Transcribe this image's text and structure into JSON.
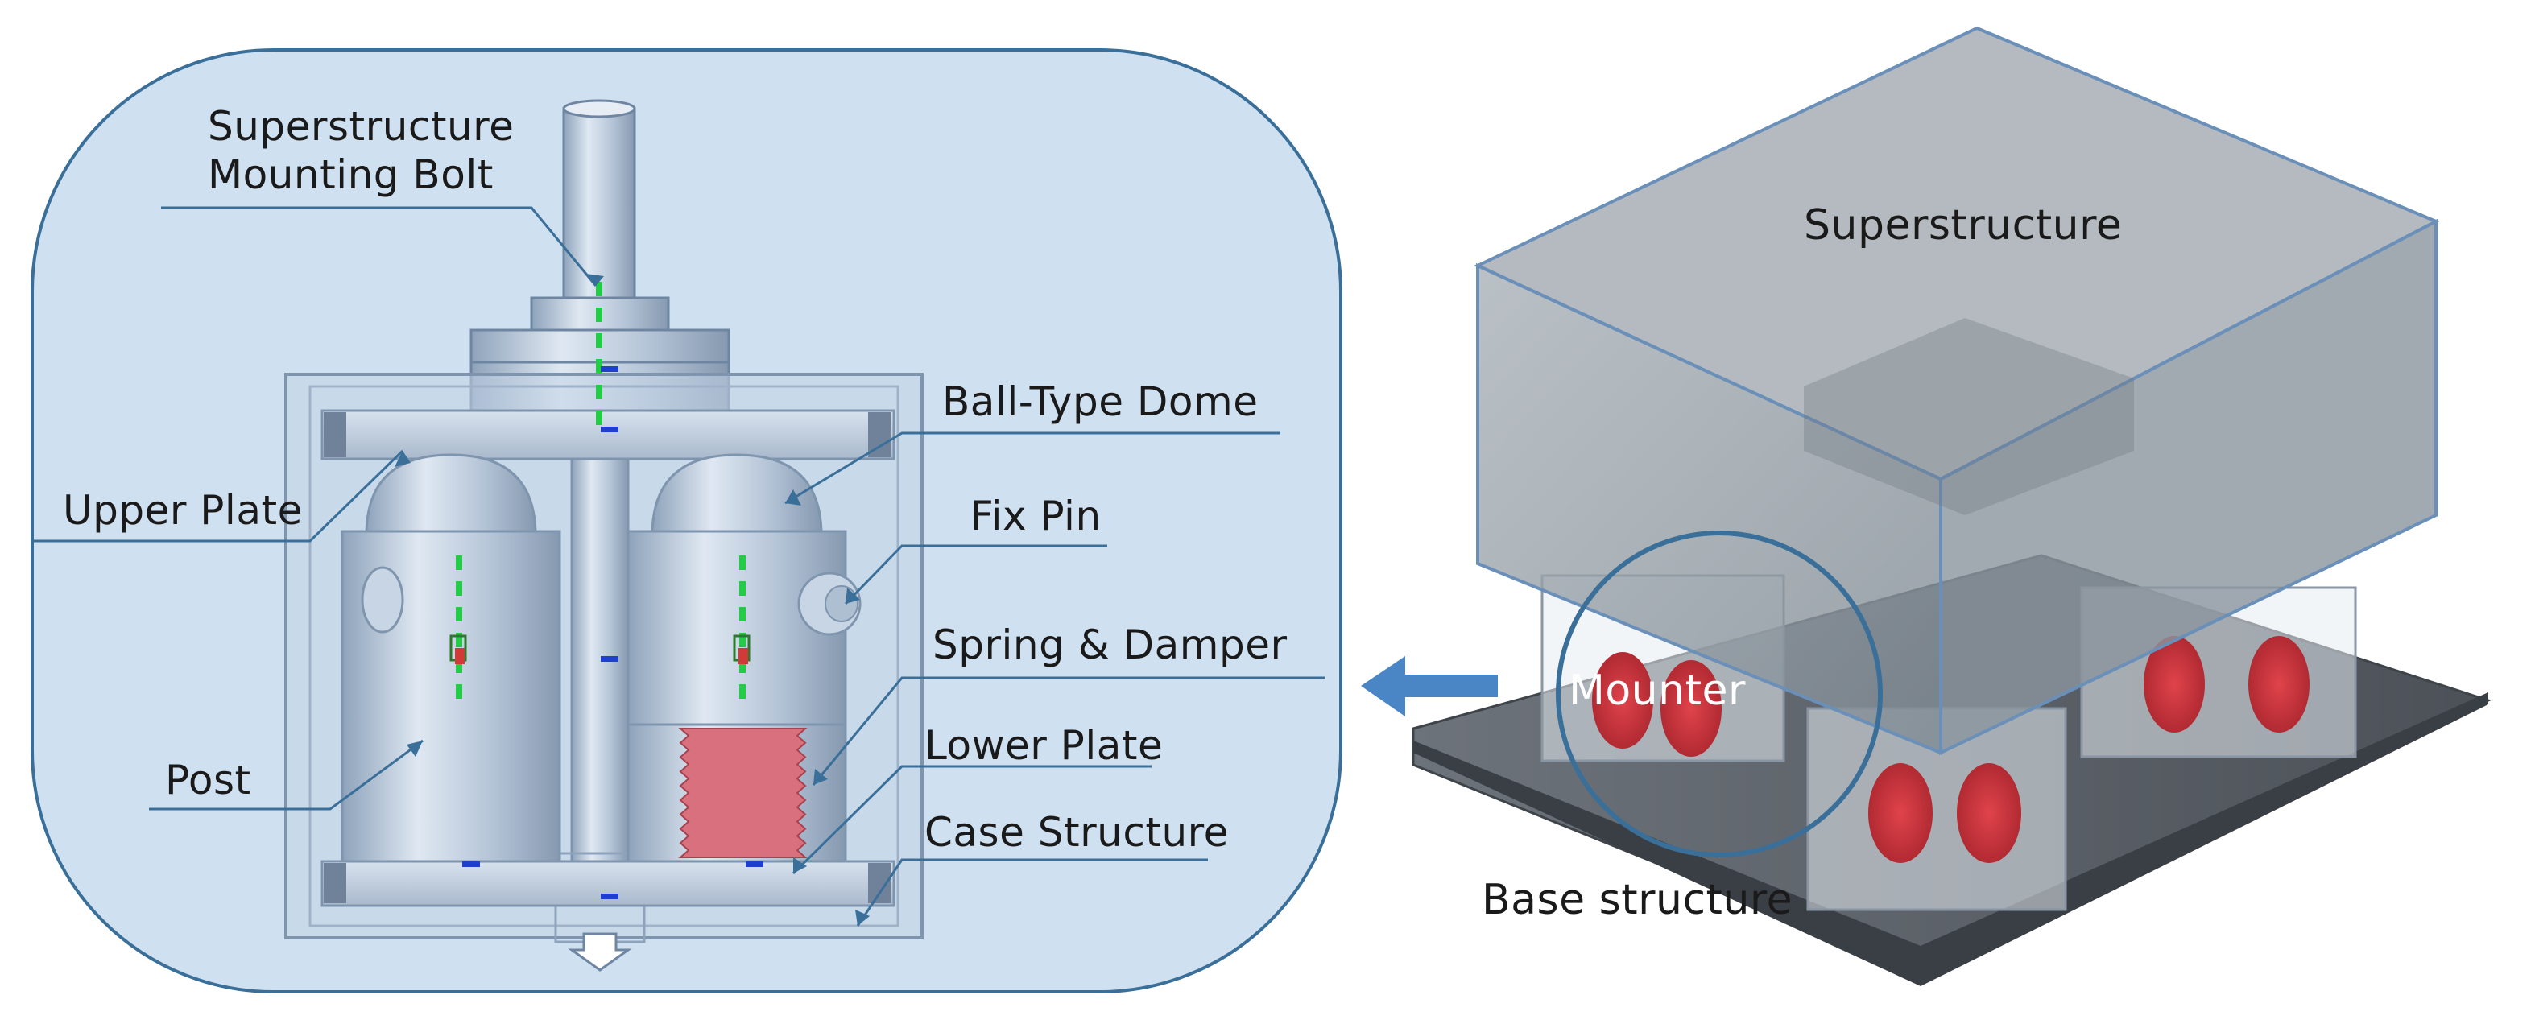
{
  "left_panel": {
    "labels": {
      "mounting_bolt_line1": "Superstructure",
      "mounting_bolt_line2": "Mounting Bolt",
      "ball_type_dome": "Ball-Type Dome",
      "upper_plate": "Upper Plate",
      "fix_pin": "Fix Pin",
      "spring_damper": "Spring & Damper",
      "lower_plate": "Lower Plate",
      "post": "Post",
      "case_structure": "Case Structure"
    }
  },
  "right_panel": {
    "labels": {
      "superstructure": "Superstructure",
      "mounter": "Mounter",
      "base_structure": "Base structure"
    }
  },
  "colors": {
    "panel_fill": "#cfe0f0",
    "panel_stroke": "#3a6f99",
    "metal": "#b9c9dc",
    "spring": "#d9707d",
    "leader": "#3a6f99",
    "super_box": "#8e9aa3",
    "base_plate": "#5b6168",
    "arrow": "#4a86c5"
  }
}
